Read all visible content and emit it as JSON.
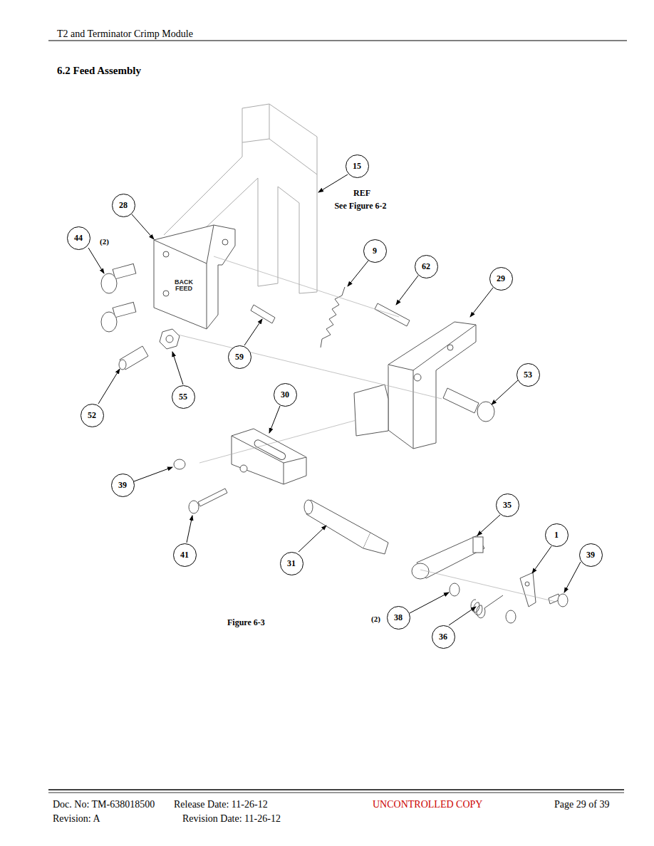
{
  "diagram": {
    "title": "6.2 Feed Assembly",
    "caption": "Figure 6-3",
    "nodes": [
      {
        "text": [
          "15"
        ]
      },
      {
        "text": [
          "28"
        ]
      },
      {
        "text": [
          "44"
        ]
      },
      {
        "text": [
          "9"
        ]
      },
      {
        "text": [
          "62"
        ]
      },
      {
        "text": [
          "29"
        ]
      },
      {
        "text": [
          "59"
        ]
      },
      {
        "text": [
          "53"
        ]
      },
      {
        "text": [
          "52"
        ]
      },
      {
        "text": [
          "55"
        ]
      },
      {
        "text": [
          "30"
        ]
      },
      {
        "text": [
          "39"
        ]
      },
      {
        "text": [
          "41"
        ]
      },
      {
        "text": [
          "31"
        ]
      },
      {
        "text": [
          "35"
        ]
      },
      {
        "text": [
          "1"
        ]
      },
      {
        "text": [
          "39"
        ]
      },
      {
        "text": [
          "38"
        ]
      },
      {
        "text": [
          "36"
        ]
      }
    ],
    "labels": [
      "T2 and Terminator Crimp Module",
      "REF",
      "See Figure 6-2",
      "(2)",
      "BACK FEED",
      "(2)",
      "Doc. No: TM-638018500",
      "Release Date: 11-26-12",
      "UNCONTROLLED COPY",
      "Page 29 of 39",
      "Revision: A",
      "Revision Date: 11-26-12"
    ]
  }
}
